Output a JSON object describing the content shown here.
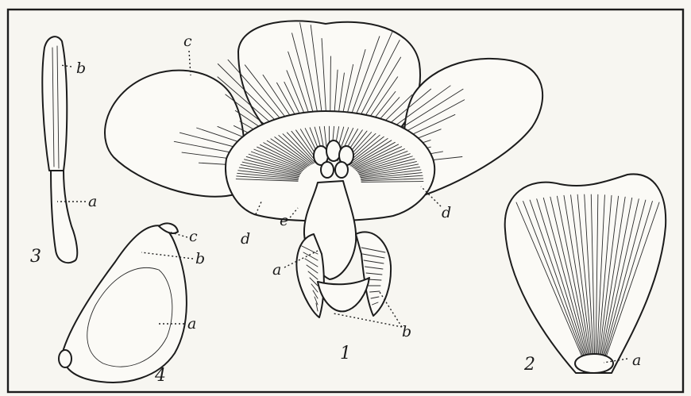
{
  "figures": [
    {
      "number": "1",
      "labels": [
        "a",
        "b",
        "c",
        "d",
        "d",
        "e"
      ]
    },
    {
      "number": "2",
      "labels": [
        "a"
      ]
    },
    {
      "number": "3",
      "labels": [
        "a",
        "b"
      ]
    },
    {
      "number": "4",
      "labels": [
        "a",
        "b",
        "c"
      ]
    }
  ]
}
